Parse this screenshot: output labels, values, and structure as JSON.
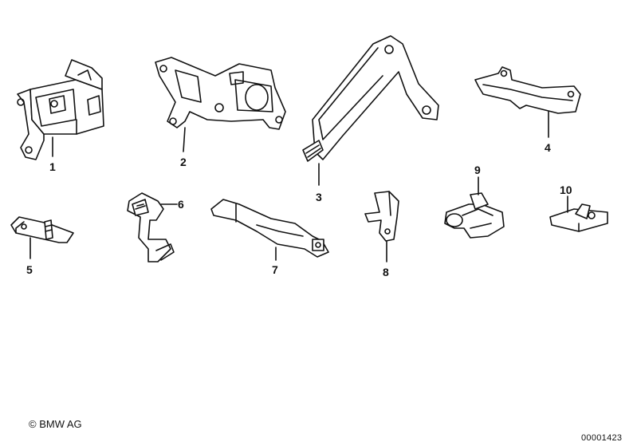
{
  "parts": [
    {
      "id": "part-1",
      "label": "1"
    },
    {
      "id": "part-2",
      "label": "2"
    },
    {
      "id": "part-3",
      "label": "3"
    },
    {
      "id": "part-4",
      "label": "4"
    },
    {
      "id": "part-5",
      "label": "5"
    },
    {
      "id": "part-6",
      "label": "6"
    },
    {
      "id": "part-7",
      "label": "7"
    },
    {
      "id": "part-8",
      "label": "8"
    },
    {
      "id": "part-9",
      "label": "9"
    },
    {
      "id": "part-10",
      "label": "10"
    }
  ],
  "footer": {
    "copyright": "© BMW AG",
    "doc_number": "00001423"
  }
}
